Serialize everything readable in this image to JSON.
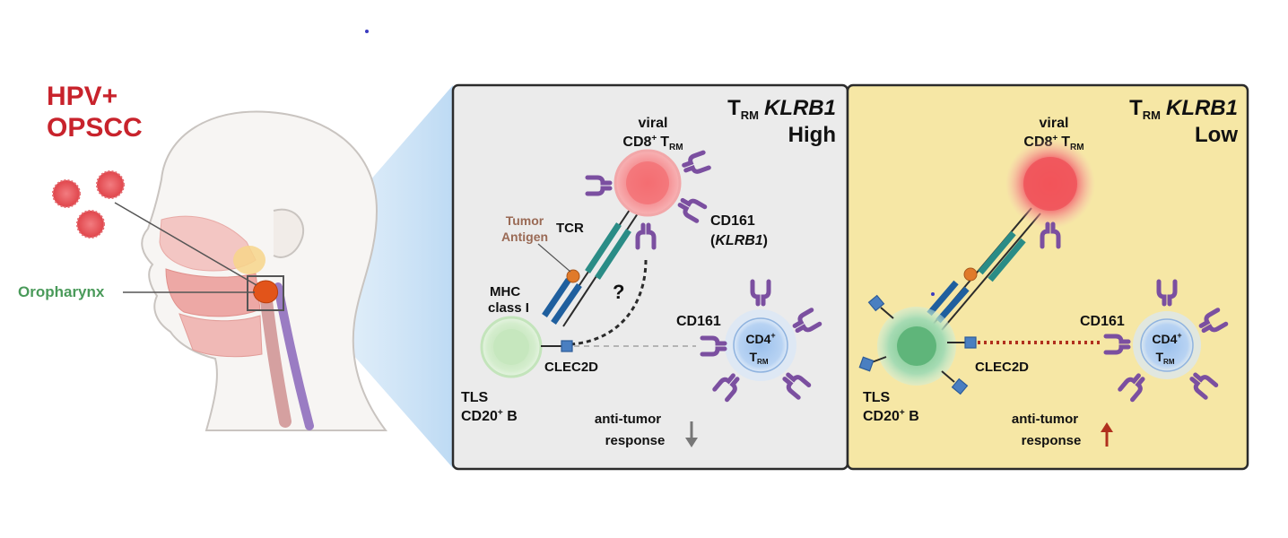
{
  "left": {
    "title_line1": "HPV+",
    "title_line2": "OPSCC",
    "oropharynx_label": "Oropharynx"
  },
  "panel_high": {
    "title_main": "T",
    "title_sub": "RM",
    "title_gene": "KLRB1",
    "title_level": "High",
    "cd8_line1": "viral",
    "cd8_line2": "CD8",
    "cd8_sup": "+",
    "cd8_t": "T",
    "cd8_sub": "RM",
    "tcr": "TCR",
    "tumor_antigen_line1": "Tumor",
    "tumor_antigen_line2": "Antigen",
    "cd161_receptor": "CD161",
    "klrb1_gene": "KLRB1",
    "mhc_line1": "MHC",
    "mhc_line2": "class I",
    "question": "?",
    "cd161_cd4": "CD161",
    "clec2d": "CLEC2D",
    "cd4_line1": "CD4",
    "cd4_sup": "+",
    "cd4_t": "T",
    "cd4_sub": "RM",
    "tls_line1": "TLS",
    "tls_line2": "CD20",
    "tls_sup": "+",
    "tls_b": " B",
    "response_line1": "anti-tumor",
    "response_line2": "response",
    "response_arrow": "down"
  },
  "panel_low": {
    "title_main": "T",
    "title_sub": "RM",
    "title_gene": "KLRB1",
    "title_level": "Low",
    "cd8_line1": "viral",
    "cd8_line2": "CD8",
    "cd8_sup": "+",
    "cd8_t": "T",
    "cd8_sub": "RM",
    "cd161_cd4": "CD161",
    "clec2d": "CLEC2D",
    "cd4_line1": "CD4",
    "cd4_sup": "+",
    "cd4_t": "T",
    "cd4_sub": "RM",
    "tls_line1": "TLS",
    "tls_line2": "CD20",
    "tls_sup": "+",
    "tls_b": " B",
    "response_line1": "anti-tumor",
    "response_line2": "response",
    "response_arrow": "up"
  },
  "colors": {
    "hpv_red": "#c8232c",
    "oropharynx_green": "#4a9a5a",
    "panel_high_bg": "#ebebeb",
    "panel_low_bg": "#f6e7a5",
    "panel_border": "#2b2b2b",
    "receptor_purple": "#7b4fa0",
    "tcr_teal": "#2a8c86",
    "mhc_blue": "#1f5f9e",
    "antigen_orange": "#e07a2a",
    "clec2d_blue": "#4a7fc1",
    "cd8_pink": "#f07f83",
    "cd4_blue": "#a8c8ee",
    "tls_green": "#c9e8c2",
    "arrow_down_gray": "#777777",
    "arrow_up_red": "#b0301e"
  }
}
